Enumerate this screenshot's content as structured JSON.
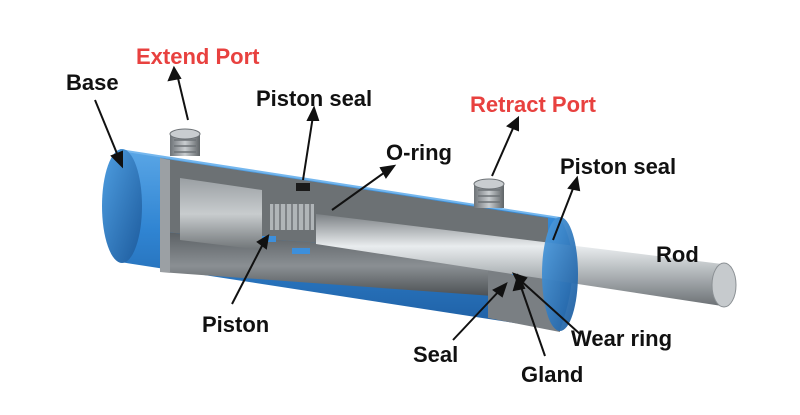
{
  "colors": {
    "port_label": "#e8413f",
    "part_label": "#111111",
    "body_blue": "#2f84d2",
    "body_blue_dark": "#1f5fa3",
    "steel": "#9aa0a4",
    "steel_dark": "#55595c"
  },
  "labels": {
    "extend_port": "Extend Port",
    "base": "Base",
    "piston_seal_left": "Piston seal",
    "retract_port": "Retract Port",
    "o_ring": "O-ring",
    "piston_seal_right": "Piston seal",
    "rod": "Rod",
    "piston": "Piston",
    "wear_ring": "Wear ring",
    "seal": "Seal",
    "gland": "Gland"
  }
}
